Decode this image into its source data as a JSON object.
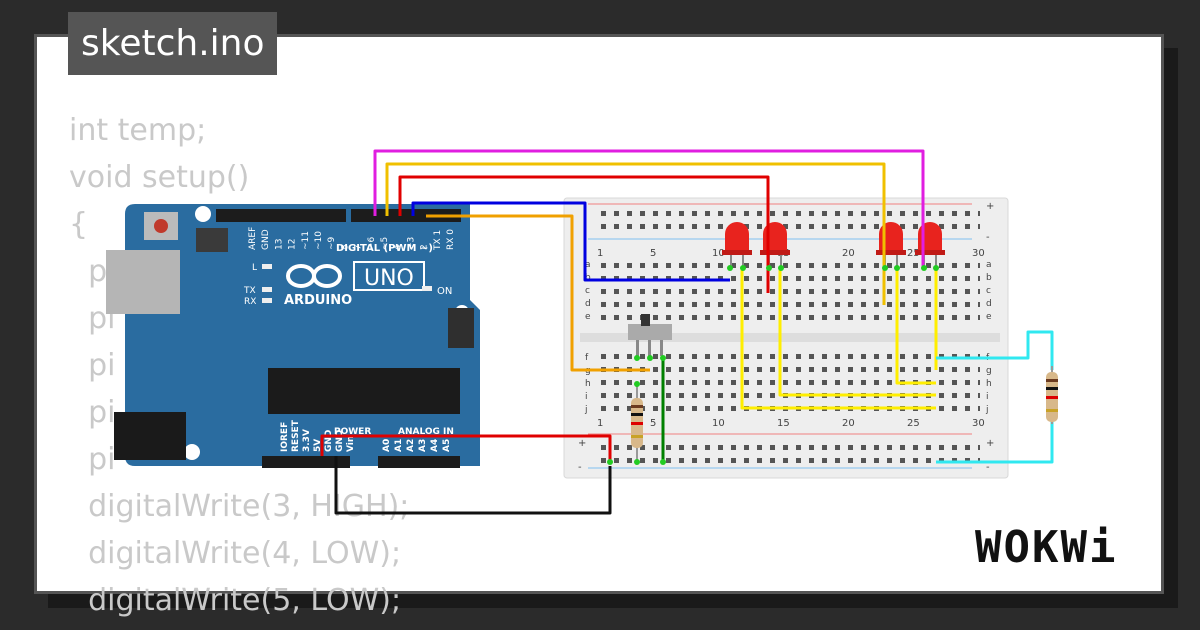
{
  "title": "sketch.ino",
  "code_lines": [
    "int temp;",
    "void setup()",
    "{",
    "  pi",
    "  pi",
    "  pi",
    "  pi",
    "  pi",
    "  digitalWrite(3, HIGH);",
    "  digitalWrite(4, LOW);",
    "  digitalWrite(5, LOW);"
  ],
  "arduino": {
    "brand": "ARDUINO",
    "model": "UNO",
    "digital_header": "DIGITAL (PWM ~)",
    "power_label": "POWER",
    "analog_label": "ANALOG IN",
    "on_label": "ON",
    "l_label": "L",
    "tx_label": "TX",
    "rx_label": "RX",
    "top_pins": [
      "AREF",
      "GND",
      "13",
      "12",
      "~11",
      "~10",
      "~9",
      "8",
      "7",
      "~6",
      "~5",
      "4",
      "~3",
      "2",
      "TX 1",
      "RX 0"
    ],
    "bottom_pins": [
      "IOREF",
      "RESET",
      "3.3V",
      "5V",
      "GND",
      "GND",
      "Vin",
      "A0",
      "A1",
      "A2",
      "A3",
      "A4",
      "A5"
    ]
  },
  "breadboard": {
    "col_numbers": [
      "1",
      "5",
      "10",
      "15",
      "20",
      "25",
      "30"
    ],
    "rows_top": [
      "a",
      "b",
      "c",
      "d",
      "e"
    ],
    "rows_bottom": [
      "f",
      "g",
      "h",
      "i",
      "j"
    ],
    "plus": "+",
    "minus": "-"
  },
  "brand": "WOKWi",
  "colors": {
    "wire_magenta": "#e01ee0",
    "wire_yellow": "#f0c000",
    "wire_red": "#e00000",
    "wire_blue": "#0000e0",
    "wire_orange": "#f0a000",
    "wire_cyan": "#30e8f0",
    "wire_black": "#111111",
    "wire_green": "#008000",
    "board_blue": "#2a6ca0",
    "led_red": "#e8231e"
  }
}
